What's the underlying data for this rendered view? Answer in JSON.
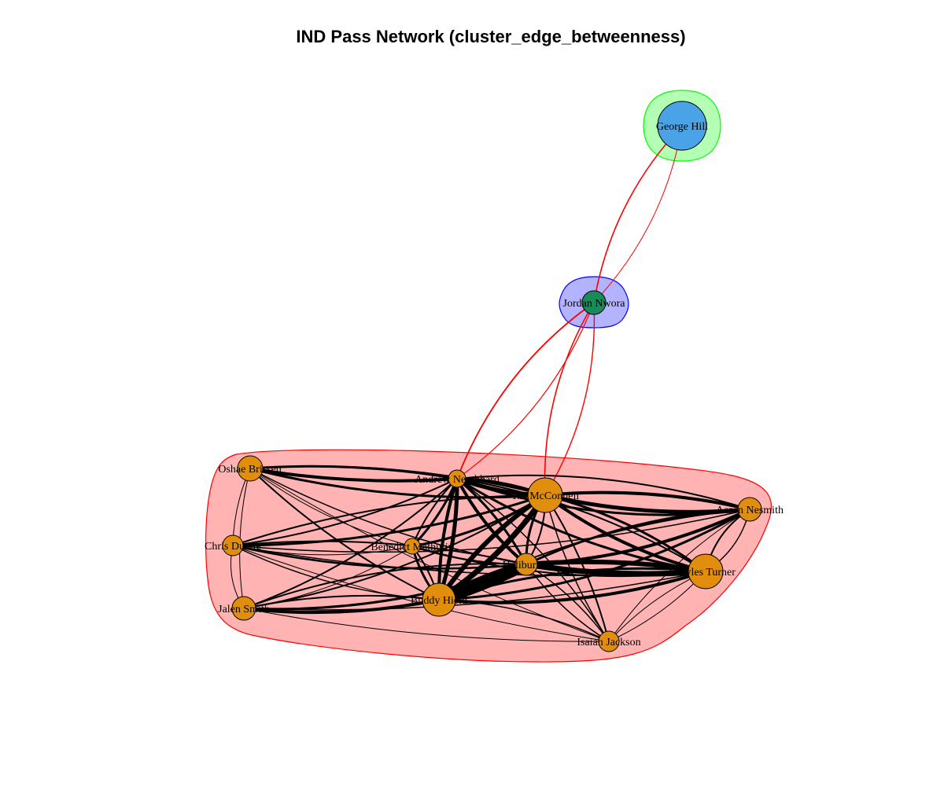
{
  "title": "IND Pass Network (cluster_edge_betweenness)",
  "colors": {
    "cluster_main_fill": "#ffb3b3",
    "cluster_main_stroke": "#ff0000",
    "cluster_jordan_fill": "#b3b3ff",
    "cluster_jordan_stroke": "#0000ff",
    "cluster_george_fill": "#b3ffb3",
    "cluster_george_stroke": "#00ff00",
    "node_main": "#e08e0b",
    "node_jordan": "#1a8a5a",
    "node_george": "#4aa3e6",
    "edge_intra": "#000000",
    "edge_inter": "#ff0000"
  },
  "nodes": [
    {
      "id": "george",
      "label": "George Hill",
      "group": "george"
    },
    {
      "id": "jordan",
      "label": "Jordan Nwora",
      "group": "jordan"
    },
    {
      "id": "oshae",
      "label": "Oshae Brissett",
      "group": "main"
    },
    {
      "id": "andrew",
      "label": "Andrew Nembhard",
      "group": "main"
    },
    {
      "id": "mcconnell",
      "label": "T.J. McConnell",
      "group": "main"
    },
    {
      "id": "nesmith",
      "label": "Aaron Nesmith",
      "group": "main"
    },
    {
      "id": "chris",
      "label": "Chris Duarte",
      "group": "main"
    },
    {
      "id": "benedict",
      "label": "Benedict Mathurin",
      "group": "main"
    },
    {
      "id": "haliburton",
      "label": "Haliburton",
      "group": "main"
    },
    {
      "id": "turner",
      "label": "Myles Turner",
      "group": "main"
    },
    {
      "id": "jalen",
      "label": "Jalen Smith",
      "group": "main"
    },
    {
      "id": "buddy",
      "label": "Buddy Hield",
      "group": "main"
    },
    {
      "id": "isaiah",
      "label": "Isaiah Jackson",
      "group": "main"
    }
  ],
  "edges": [
    {
      "source": "george",
      "target": "jordan",
      "weight": 1.6,
      "curve": 0.15,
      "inter": true
    },
    {
      "source": "jordan",
      "target": "george",
      "weight": 1,
      "curve": 0.15,
      "inter": true
    },
    {
      "source": "jordan",
      "target": "andrew",
      "weight": 1.8,
      "curve": 0.15,
      "inter": true
    },
    {
      "source": "andrew",
      "target": "jordan",
      "weight": 1.2,
      "curve": 0.15,
      "inter": true
    },
    {
      "source": "jordan",
      "target": "mcconnell",
      "weight": 1.6,
      "curve": 0.15,
      "inter": true
    },
    {
      "source": "mcconnell",
      "target": "jordan",
      "weight": 1.4,
      "curve": 0.15,
      "inter": true
    },
    {
      "source": "buddy",
      "target": "haliburton",
      "weight": 14,
      "curve": 0.05
    },
    {
      "source": "haliburton",
      "target": "buddy",
      "weight": 10,
      "curve": 0.05
    },
    {
      "source": "buddy",
      "target": "mcconnell",
      "weight": 7,
      "curve": 0.1
    },
    {
      "source": "mcconnell",
      "target": "buddy",
      "weight": 6,
      "curve": 0.1
    },
    {
      "source": "buddy",
      "target": "andrew",
      "weight": 5,
      "curve": 0.08
    },
    {
      "source": "andrew",
      "target": "buddy",
      "weight": 4,
      "curve": 0.08
    },
    {
      "source": "andrew",
      "target": "mcconnell",
      "weight": 5,
      "curve": 0.08
    },
    {
      "source": "mcconnell",
      "target": "andrew",
      "weight": 4,
      "curve": 0.08
    },
    {
      "source": "haliburton",
      "target": "turner",
      "weight": 7,
      "curve": 0.06
    },
    {
      "source": "turner",
      "target": "haliburton",
      "weight": 6,
      "curve": 0.06
    },
    {
      "source": "mcconnell",
      "target": "nesmith",
      "weight": 5,
      "curve": 0.08
    },
    {
      "source": "nesmith",
      "target": "mcconnell",
      "weight": 4,
      "curve": 0.08
    },
    {
      "source": "mcconnell",
      "target": "turner",
      "weight": 4,
      "curve": 0.1
    },
    {
      "source": "turner",
      "target": "mcconnell",
      "weight": 3,
      "curve": 0.1
    },
    {
      "source": "haliburton",
      "target": "nesmith",
      "weight": 4,
      "curve": 0.1
    },
    {
      "source": "nesmith",
      "target": "haliburton",
      "weight": 3,
      "curve": 0.1
    },
    {
      "source": "oshae",
      "target": "andrew",
      "weight": 4,
      "curve": 0.06
    },
    {
      "source": "andrew",
      "target": "oshae",
      "weight": 3,
      "curve": 0.06
    },
    {
      "source": "oshae",
      "target": "mcconnell",
      "weight": 3,
      "curve": 0.08
    },
    {
      "source": "mcconnell",
      "target": "oshae",
      "weight": 2,
      "curve": 0.08
    },
    {
      "source": "jalen",
      "target": "buddy",
      "weight": 4,
      "curve": 0.08
    },
    {
      "source": "buddy",
      "target": "jalen",
      "weight": 2,
      "curve": 0.08
    },
    {
      "source": "jalen",
      "target": "haliburton",
      "weight": 3,
      "curve": 0.1
    },
    {
      "source": "haliburton",
      "target": "jalen",
      "weight": 2,
      "curve": 0.1
    },
    {
      "source": "chris",
      "target": "mcconnell",
      "weight": 3,
      "curve": 0.08
    },
    {
      "source": "mcconnell",
      "target": "chris",
      "weight": 2,
      "curve": 0.08
    },
    {
      "source": "chris",
      "target": "haliburton",
      "weight": 2.5,
      "curve": 0.08
    },
    {
      "source": "haliburton",
      "target": "chris",
      "weight": 2,
      "curve": 0.08
    },
    {
      "source": "andrew",
      "target": "haliburton",
      "weight": 4,
      "curve": 0.1
    },
    {
      "source": "haliburton",
      "target": "andrew",
      "weight": 3,
      "curve": 0.1
    },
    {
      "source": "andrew",
      "target": "turner",
      "weight": 3,
      "curve": 0.1
    },
    {
      "source": "andrew",
      "target": "nesmith",
      "weight": 3,
      "curve": 0.12
    },
    {
      "source": "mcconnell",
      "target": "haliburton",
      "weight": 3,
      "curve": 0.15
    },
    {
      "source": "buddy",
      "target": "turner",
      "weight": 4,
      "curve": 0.1
    },
    {
      "source": "turner",
      "target": "buddy",
      "weight": 3,
      "curve": 0.1
    },
    {
      "source": "buddy",
      "target": "nesmith",
      "weight": 3,
      "curve": 0.12
    },
    {
      "source": "nesmith",
      "target": "turner",
      "weight": 2,
      "curve": 0.2
    },
    {
      "source": "turner",
      "target": "nesmith",
      "weight": 1.5,
      "curve": 0.2
    },
    {
      "source": "benedict",
      "target": "andrew",
      "weight": 3,
      "curve": 0.1
    },
    {
      "source": "andrew",
      "target": "benedict",
      "weight": 2,
      "curve": 0.1
    },
    {
      "source": "benedict",
      "target": "mcconnell",
      "weight": 3,
      "curve": 0.1
    },
    {
      "source": "benedict",
      "target": "buddy",
      "weight": 3,
      "curve": 0.1
    },
    {
      "source": "buddy",
      "target": "benedict",
      "weight": 2,
      "curve": 0.1
    },
    {
      "source": "benedict",
      "target": "haliburton",
      "weight": 2,
      "curve": 0.08
    },
    {
      "source": "benedict",
      "target": "turner",
      "weight": 2,
      "curve": 0.1
    },
    {
      "source": "isaiah",
      "target": "mcconnell",
      "weight": 2,
      "curve": 0.08
    },
    {
      "source": "mcconnell",
      "target": "isaiah",
      "weight": 1.5,
      "curve": 0.08
    },
    {
      "source": "isaiah",
      "target": "haliburton",
      "weight": 1.5,
      "curve": 0.1
    },
    {
      "source": "isaiah",
      "target": "andrew",
      "weight": 1.5,
      "curve": 0.1
    },
    {
      "source": "isaiah",
      "target": "buddy",
      "weight": 1.5,
      "curve": 0.1
    },
    {
      "source": "isaiah",
      "target": "turner",
      "weight": 1,
      "curve": 0.1
    },
    {
      "source": "oshae",
      "target": "buddy",
      "weight": 2,
      "curve": 0.08
    },
    {
      "source": "oshae",
      "target": "haliburton",
      "weight": 1.5,
      "curve": 0.08
    },
    {
      "source": "oshae",
      "target": "isaiah",
      "weight": 1,
      "curve": 0.05
    },
    {
      "source": "oshae",
      "target": "jalen",
      "weight": 1,
      "curve": 0.1
    },
    {
      "source": "oshae",
      "target": "chris",
      "weight": 1,
      "curve": 0.1
    },
    {
      "source": "oshae",
      "target": "benedict",
      "weight": 1,
      "curve": 0.1
    },
    {
      "source": "chris",
      "target": "andrew",
      "weight": 2,
      "curve": 0.08
    },
    {
      "source": "chris",
      "target": "buddy",
      "weight": 1.5,
      "curve": 0.1
    },
    {
      "source": "chris",
      "target": "jalen",
      "weight": 1,
      "curve": 0.2
    },
    {
      "source": "chris",
      "target": "turner",
      "weight": 1.5,
      "curve": 0.06
    },
    {
      "source": "chris",
      "target": "nesmith",
      "weight": 1.5,
      "curve": 0.08
    },
    {
      "source": "chris",
      "target": "isaiah",
      "weight": 1,
      "curve": 0.05
    },
    {
      "source": "chris",
      "target": "benedict",
      "weight": 1,
      "curve": 0.1
    },
    {
      "source": "jalen",
      "target": "andrew",
      "weight": 2,
      "curve": 0.1
    },
    {
      "source": "jalen",
      "target": "mcconnell",
      "weight": 2,
      "curve": 0.1
    },
    {
      "source": "jalen",
      "target": "turner",
      "weight": 1.5,
      "curve": 0.06
    },
    {
      "source": "jalen",
      "target": "benedict",
      "weight": 1,
      "curve": 0.1
    },
    {
      "source": "jalen",
      "target": "isaiah",
      "weight": 1,
      "curve": 0.05
    },
    {
      "source": "nesmith",
      "target": "andrew",
      "weight": 2,
      "curve": 0.1
    },
    {
      "source": "nesmith",
      "target": "buddy",
      "weight": 2,
      "curve": 0.1
    },
    {
      "source": "nesmith",
      "target": "isaiah",
      "weight": 1,
      "curve": 0.1
    },
    {
      "source": "turner",
      "target": "andrew",
      "weight": 2,
      "curve": 0.1
    },
    {
      "source": "turner",
      "target": "isaiah",
      "weight": 1,
      "curve": 0.1
    },
    {
      "source": "haliburton",
      "target": "mcconnell",
      "weight": 2,
      "curve": 0.15
    },
    {
      "source": "haliburton",
      "target": "isaiah",
      "weight": 1.5,
      "curve": 0.1
    }
  ]
}
